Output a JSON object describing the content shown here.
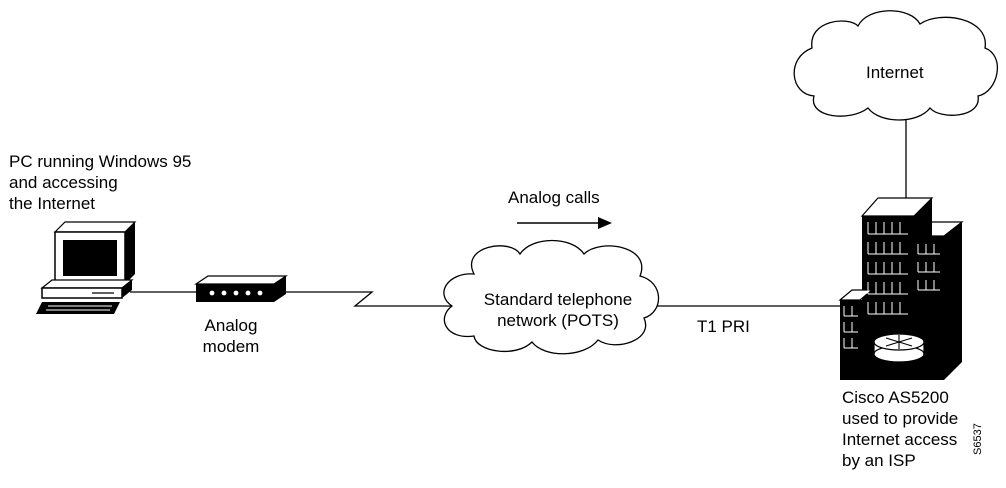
{
  "pc": {
    "label_lines": [
      "PC running Windows 95",
      "and accessing",
      "the Internet"
    ]
  },
  "modem": {
    "label_lines": [
      "Analog",
      "modem"
    ]
  },
  "flow": {
    "label": "Analog calls"
  },
  "pots": {
    "label_lines": [
      "Standard telephone",
      "network (POTS)"
    ]
  },
  "link": {
    "label": "T1 PRI"
  },
  "internet": {
    "label": "Internet"
  },
  "access_server": {
    "label_lines": [
      "Cisco AS5200",
      "used to provide",
      "Internet access",
      "by an ISP"
    ]
  },
  "figure_id": "S6537"
}
